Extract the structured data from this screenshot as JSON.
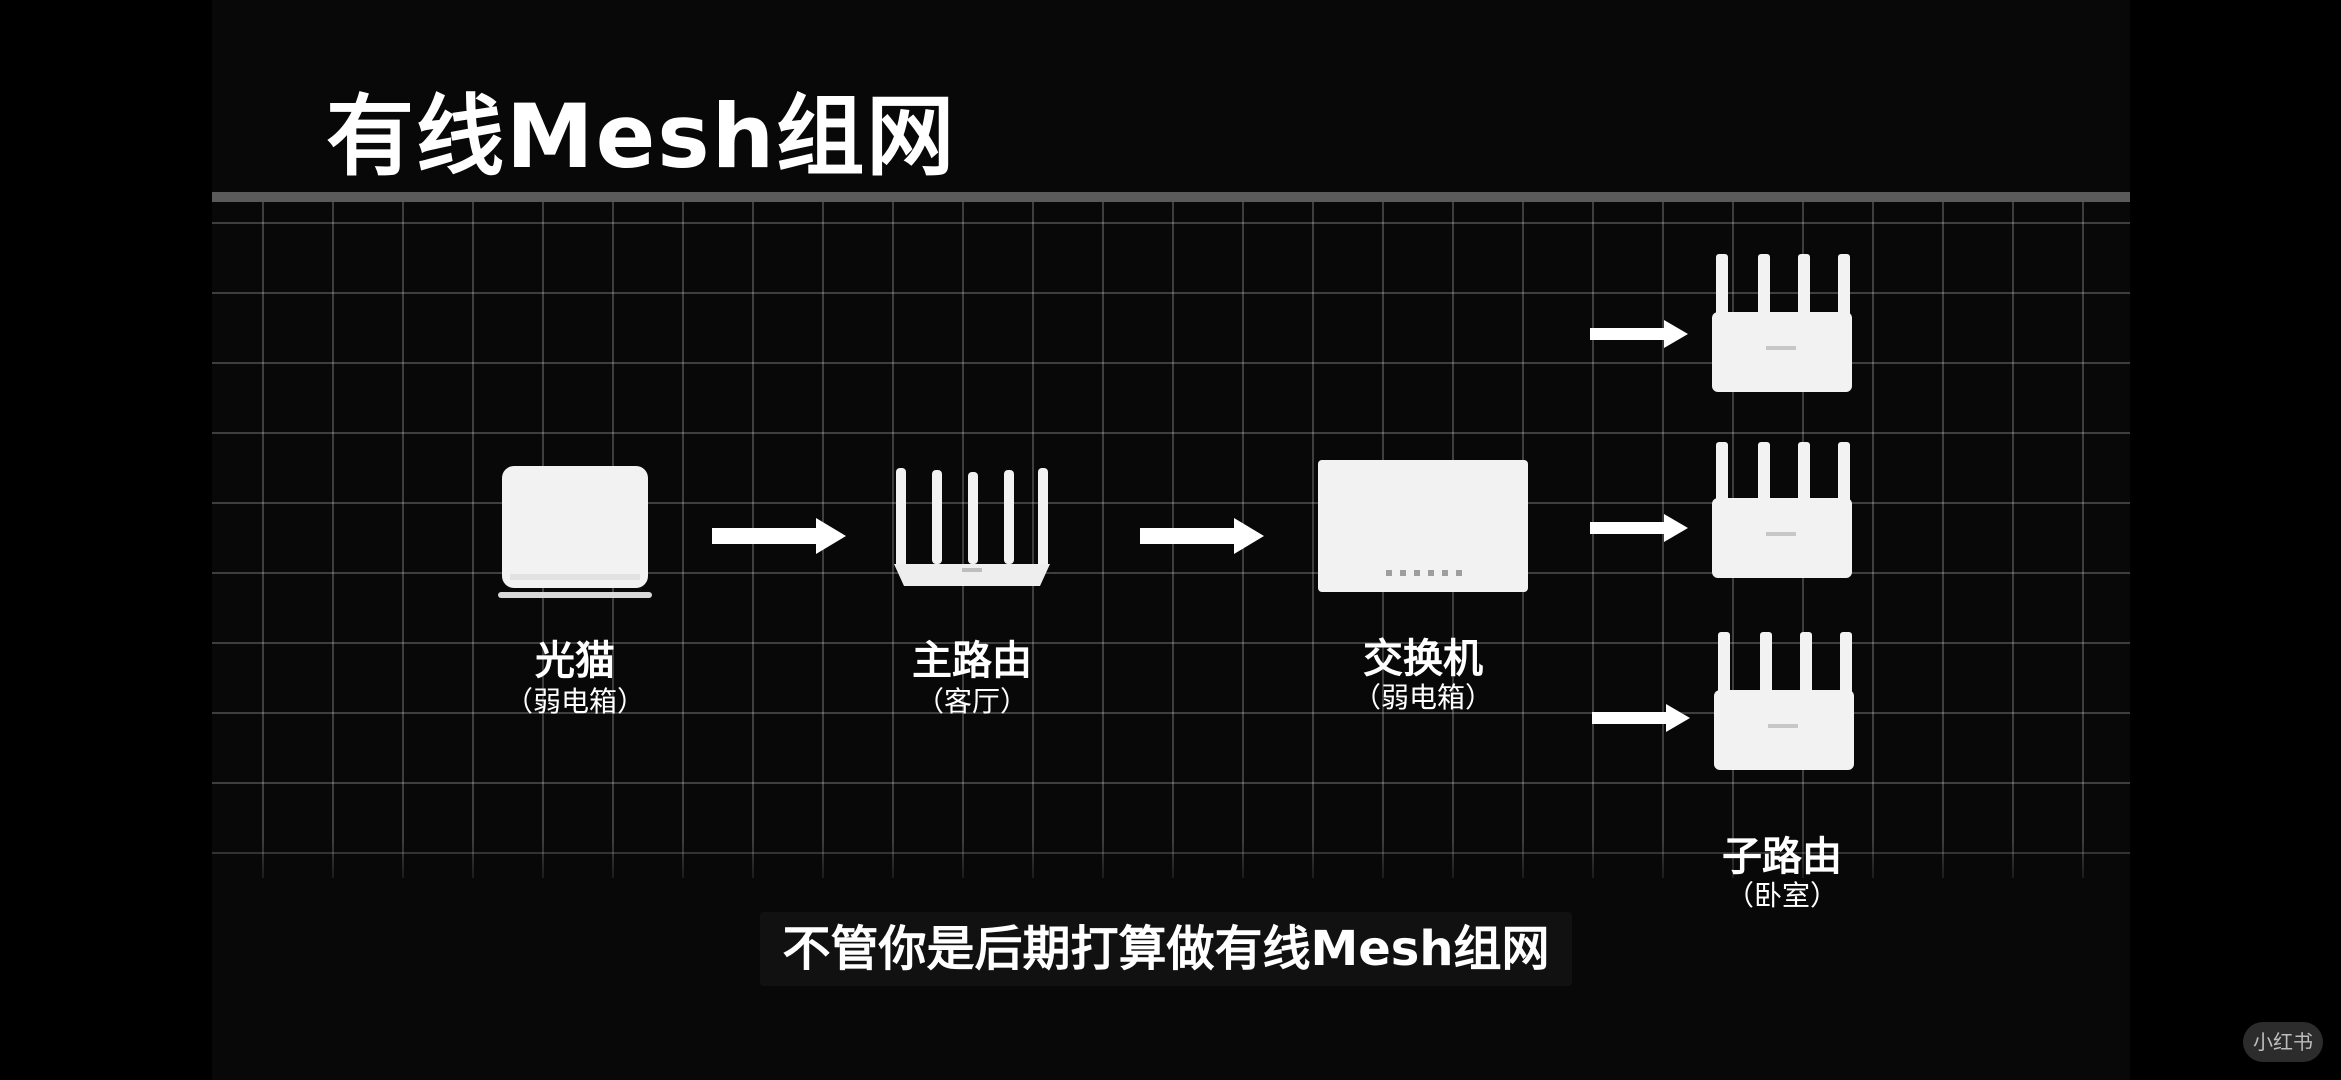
{
  "slide": {
    "title": "有线Mesh组网",
    "subtitle": "不管你是后期打算做有线Mesh组网"
  },
  "nodes": {
    "modem": {
      "name": "光猫",
      "location": "（弱电箱）"
    },
    "main_router": {
      "name": "主路由",
      "location": "（客厅）"
    },
    "switch": {
      "name": "交换机",
      "location": "（弱电箱）"
    },
    "sub_router": {
      "name": "子路由",
      "location": "（卧室）"
    }
  },
  "watermark": "小红书",
  "colors": {
    "background": "#080808",
    "device": "#f2f2f2",
    "arrow": "#ffffff",
    "grid": "#3a3a3a",
    "divider": "#5a5a5a"
  }
}
